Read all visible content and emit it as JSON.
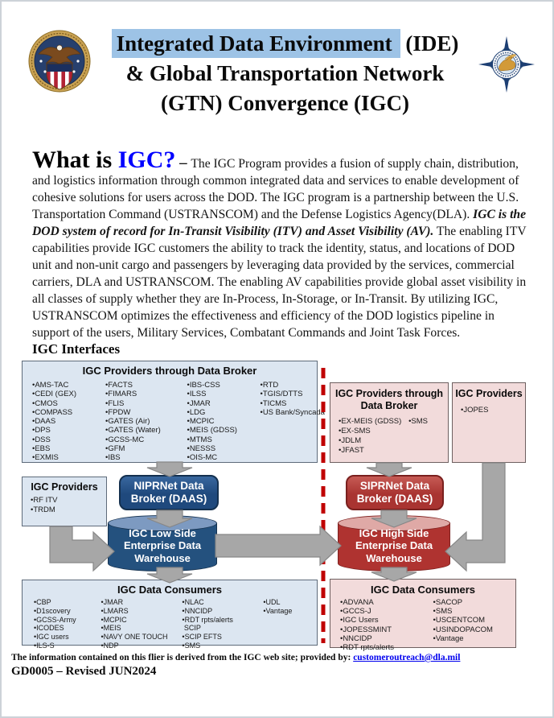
{
  "header": {
    "title_highlighted": "Integrated Data Environment",
    "title_after_highlight": " (IDE)",
    "title_line2": "& Global Transportation Network",
    "title_line3": "(GTN) Convergence (IGC)",
    "highlight_color": "#9DC3E6",
    "left_logo": "dla-seal",
    "right_logo": "ustranscom-seal"
  },
  "intro": {
    "heading_prefix": "What is ",
    "heading_accent": "IGC?",
    "heading_accent_color": "#0000FF",
    "heading_dash": " – ",
    "body_lead": "The IGC Program provides a fusion of supply chain, distribution, and logistics information through common integrated data and services to enable development of cohesive solutions for users across the DOD. The IGC program is a partnership between the U.S. Transportation Command (USTRANSCOM) and the Defense Logistics Agency(DLA). ",
    "body_emphasis": "IGC is the DOD system of record for In-Transit Visibility (ITV) and Asset Visibility (AV).",
    "body_rest": " The enabling ITV capabilities provide IGC customers the ability to track the identity, status, and locations of DOD unit and non-unit cargo and passengers by leveraging data provided by the services, commercial carriers, DLA and USTRANSCOM. The enabling AV capabilities provide global asset visibility in all classes of supply whether they are In-Process, In-Storage, or In-Transit. By utilizing IGC, USTRANSCOM optimizes the effectiveness and efficiency of the DOD logistics pipeline in support of the users, Military Services, Combatant Commands and Joint Task Forces."
  },
  "diagram": {
    "heading": "IGC Interfaces",
    "nipr_providers_broker": {
      "title": "IGC Providers through Data Broker",
      "columns": [
        [
          "•AMS-TAC",
          "•CEDI (GEX)",
          "•CMOS",
          "•COMPASS",
          "•DAAS",
          "•DPS",
          "•DSS",
          "•EBS",
          "•EXMIS"
        ],
        [
          "•FACTS",
          "•FIMARS",
          "•FLIS",
          "•FPDW",
          "•GATES (Air)",
          "•GATES (Water)",
          "•GCSS-MC",
          "•GFM",
          "•IBS"
        ],
        [
          "•IBS-CSS",
          "•ILSS",
          "•JMAR",
          "•LDG",
          "•MCPIC",
          "•MEIS (GDSS)",
          "•MTMS",
          "•NESSS",
          "•OIS-MC"
        ],
        [
          "•RTD",
          "•TGIS/DTTS",
          "•TICMS",
          "•US Bank/Syncada"
        ]
      ]
    },
    "sipr_providers_broker": {
      "title": "IGC Providers through Data Broker",
      "columns": [
        [
          "•EX-MEIS (GDSS)",
          "•EX-SMS",
          "•JDLM",
          "•JFAST"
        ],
        [
          "•SMS"
        ]
      ]
    },
    "sipr_providers": {
      "title": "IGC Providers",
      "columns": [
        [
          "•JOPES"
        ]
      ]
    },
    "nipr_providers": {
      "title": "IGC Providers",
      "items": [
        "•RF ITV",
        "•TRDM"
      ]
    },
    "nipr_broker": {
      "label": "NIPRNet Data Broker (DAAS)"
    },
    "sipr_broker": {
      "label": "SIPRNet Data Broker (DAAS)"
    },
    "low_warehouse": {
      "label": "IGC Low Side Enterprise Data Warehouse"
    },
    "high_warehouse": {
      "label": "IGC High Side Enterprise Data Warehouse"
    },
    "nipr_consumers": {
      "title": "IGC Data Consumers",
      "columns": [
        [
          "•CBP",
          "•D1scovery",
          "•GCSS-Army",
          "•ICODES",
          "•IGC  users",
          "•ILS-S"
        ],
        [
          "•JMAR",
          "•LMARS",
          "•MCPIC",
          "•MEIS",
          "•NAVY ONE TOUCH",
          "•NDP"
        ],
        [
          "•NLAC",
          "•NNCIDP",
          "•RDT rpts/alerts",
          " SCIP",
          "•SCIP EFTS",
          "•SMS"
        ],
        [
          "•UDL",
          "•Vantage"
        ]
      ]
    },
    "sipr_consumers": {
      "title": "IGC  Data Consumers",
      "columns": [
        [
          "•ADVANA",
          "•GCCS-J",
          "•IGC Users",
          "•JOPESSMINT",
          "•NNCIDP",
          "•RDT rpts/alerts"
        ],
        [
          "•SACOP",
          "•SMS",
          "•USCENTCOM",
          "•USINDOPACOM",
          "•Vantage"
        ]
      ]
    },
    "colors": {
      "nipr_fill": "#DCE6F1",
      "sipr_fill": "#F2DBDB",
      "nipr_accent": "#1F497D",
      "sipr_accent": "#AF3330",
      "arrow": "#A7A7A7",
      "divider": "#C00000"
    }
  },
  "footer": {
    "note_prefix": "The information contained on this flier is derived from the IGC web site; provided by: ",
    "email": "customeroutreach@dla.mil",
    "doc_id": "GD0005 – Revised JUN2024"
  }
}
